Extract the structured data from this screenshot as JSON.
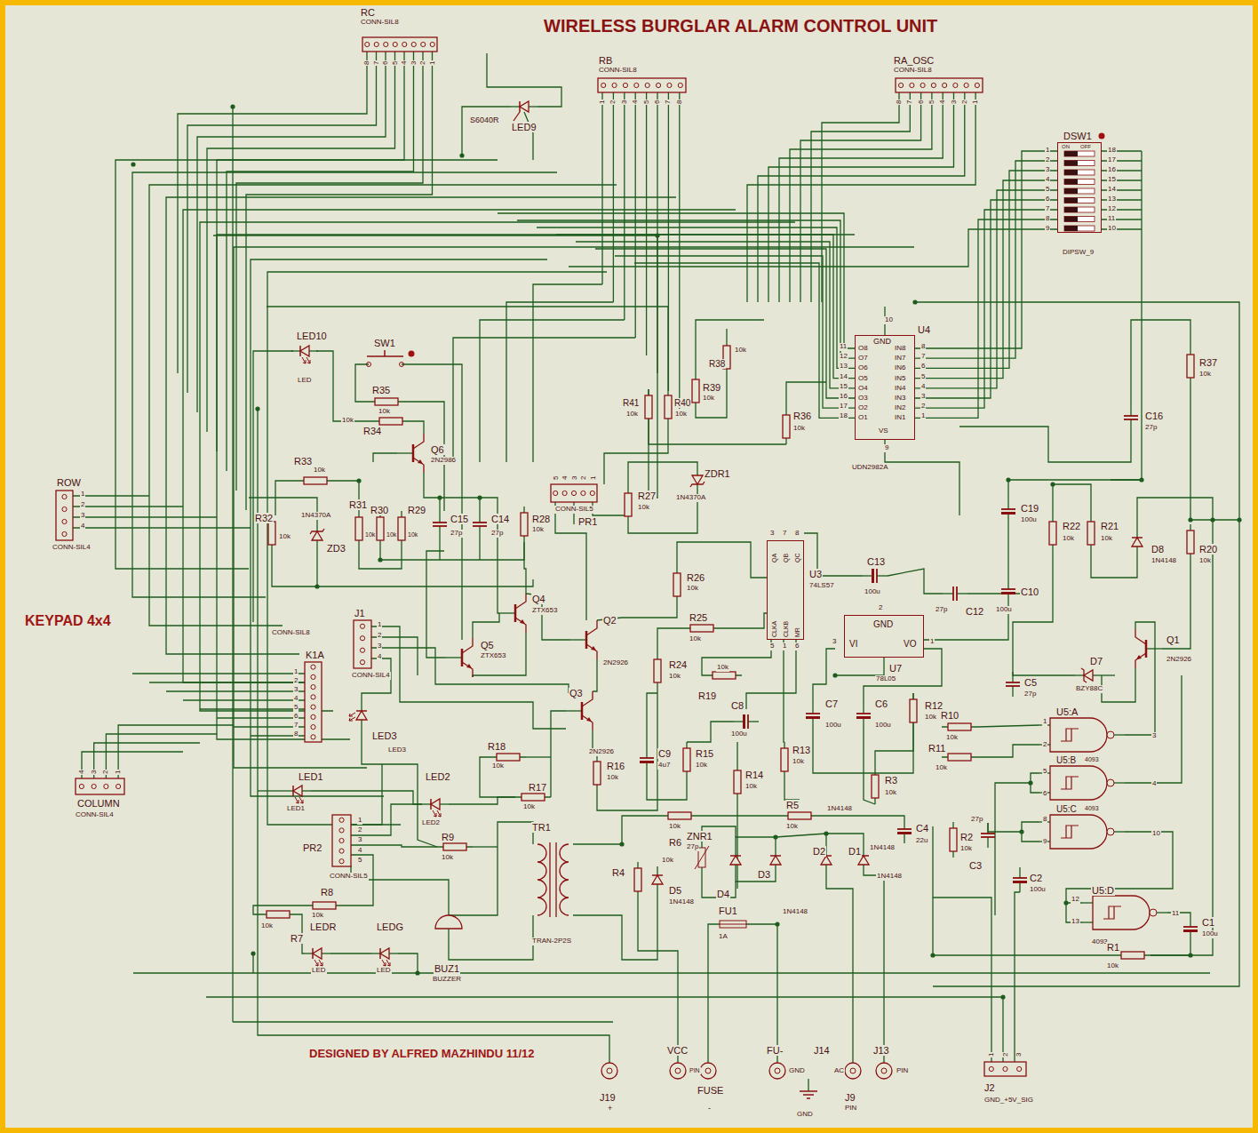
{
  "diagram": {
    "title": "WIRELESS BURGLAR ALARM CONTROL UNIT",
    "nodes": [
      {
        "text": [
          "ON",
          "OFF"
        ]
      },
      {
        "text": [
          "GND",
          "O8",
          "O7",
          "O6",
          "O5",
          "O4",
          "O3",
          "O2",
          "O1",
          "IN8",
          "IN7",
          "IN6",
          "IN5",
          "IN4",
          "IN3",
          "IN2",
          "IN1",
          "VS"
        ]
      },
      {
        "text": [
          "QA",
          "QB",
          "QC",
          "CLKA",
          "CLKB",
          "MR"
        ]
      },
      {
        "text": [
          "VI",
          "GND",
          "VO"
        ]
      }
    ],
    "labels": [
      "RC",
      "CONN-SIL8",
      "8",
      "7",
      "6",
      "5",
      "4",
      "3",
      "2",
      "1",
      "RB",
      "CONN-SIL8",
      "1",
      "2",
      "3",
      "4",
      "5",
      "6",
      "7",
      "8",
      "RA_OSC",
      "CONN-SIL8",
      "8",
      "7",
      "6",
      "5",
      "4",
      "3",
      "2",
      "1",
      "S6040R",
      "LED9",
      "DSW1",
      "1",
      "2",
      "3",
      "4",
      "5",
      "6",
      "7",
      "8",
      "9",
      "18",
      "17",
      "16",
      "15",
      "14",
      "13",
      "12",
      "11",
      "10",
      "DIPSW_9",
      "U4",
      "10",
      "11",
      "12",
      "13",
      "14",
      "15",
      "16",
      "17",
      "18",
      "8",
      "7",
      "6",
      "5",
      "4",
      "3",
      "2",
      "1",
      "9",
      "UDN2982A",
      "R41",
      "10k",
      "R40",
      "10k",
      "R39",
      "10k",
      "R38",
      "10k",
      "R36",
      "10k",
      "R37",
      "10k",
      "C16",
      "27p",
      "LED10",
      "LED",
      "SW1",
      "R35",
      "10k",
      "10k",
      "R34",
      "Q6",
      "2N2986",
      "R33",
      "10k",
      "ROW",
      "1",
      "2",
      "3",
      "4",
      "CONN-SIL4",
      "R32",
      "10k",
      "1N4370A",
      "ZD3",
      "R31",
      "10k",
      "R30",
      "10k",
      "R29",
      "10k",
      "C15",
      "27p",
      "C14",
      "27p",
      "R28",
      "10k",
      "5",
      "4",
      "3",
      "2",
      "1",
      "CONN-SIL5",
      "PR1",
      "R27",
      "10k",
      "ZDR1",
      "1N4370A",
      "KEYPAD 4x4",
      "Q4",
      "ZTX653",
      "J1",
      "1",
      "2",
      "3",
      "4",
      "CONN-SIL4",
      "CONN-SIL8",
      "K1A",
      "1",
      "2",
      "3",
      "4",
      "5",
      "6",
      "7",
      "8",
      "Q5",
      "ZTX653",
      "Q2",
      "2N2926",
      "R26",
      "10k",
      "R25",
      "10k",
      "U3",
      "74LS57",
      "3",
      "7",
      "8",
      "5",
      "1",
      "6",
      "C13",
      "100u",
      "3",
      "2",
      "1",
      "U7",
      "78L05",
      "27p",
      "C12",
      "C19",
      "100u",
      "C10",
      "100u",
      "R22",
      "10k",
      "R21",
      "10k",
      "D8",
      "1N4148",
      "R20",
      "10k",
      "Q1",
      "2N2926",
      "R24",
      "10k",
      "Q3",
      "2N2926",
      "R19",
      "10k",
      "C8",
      "100u",
      "C7",
      "100u",
      "C6",
      "100u",
      "C9",
      "4u7",
      "R16",
      "10k",
      "R15",
      "10k",
      "R14",
      "10k",
      "R13",
      "10k",
      "R12",
      "10k",
      "R10",
      "10k",
      "R11",
      "10k",
      "R3",
      "10k",
      "C5",
      "27p",
      "D7",
      "BZY88C",
      "U5:A",
      "1",
      "2",
      "3",
      "U5:B",
      "4093",
      "5",
      "6",
      "4",
      "U5:C",
      "4093",
      "8",
      "9",
      "10",
      "U5:D",
      "12",
      "13",
      "11",
      "4093",
      "C1",
      "100u",
      "R1",
      "10k",
      "C4",
      "22u",
      "1N4148",
      "1N4148",
      "R2",
      "10k",
      "27p",
      "C3",
      "C2",
      "100u",
      "R5",
      "10k",
      "10k",
      "R6",
      "R4",
      "10k",
      "D5",
      "1N4148",
      "ZNR1",
      "27p",
      "D4",
      "D3",
      "D2",
      "D1",
      "1N4148",
      "1N4148",
      "FU1",
      "1A",
      "TR1",
      "TRAN-2P2S",
      "R18",
      "10k",
      "R17",
      "10k",
      "R9",
      "10k",
      "LED3",
      "LED3",
      "LED1",
      "LED1",
      "LED2",
      "LED2",
      "PR2",
      "1",
      "2",
      "3",
      "4",
      "5",
      "CONN-SIL5",
      "R8",
      "10k",
      "10k",
      "R7",
      "LEDR",
      "LED",
      "LEDG",
      "LED",
      "BUZ1",
      "BUZZER",
      "4",
      "3",
      "2",
      "1",
      "COLUMN",
      "CONN-SIL4",
      "DESIGNED BY ALFRED MAZHINDU 11/12",
      "J19",
      "+",
      "VCC",
      "PIN",
      "FUSE",
      "-",
      "FU-",
      "GND",
      "GND",
      "J14",
      "AC",
      "J9",
      "PIN",
      "J13",
      "PIN",
      "1",
      "2",
      "3",
      "J2",
      "GND_+5V_SIG"
    ]
  }
}
